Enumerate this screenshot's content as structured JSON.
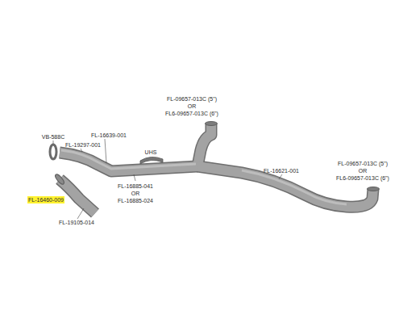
{
  "diagram": {
    "labels": [
      "FL-09657-013C (5\")",
      "OR",
      "FL6-09657-013C (6\")",
      "FL-09657-013C (5\")",
      "OR",
      "FL6-09657-013C (6\")",
      "VB-588C",
      "FL-19297-001",
      "FL-16639-001",
      "UHS",
      "FL-16621-001",
      "FL-16885-041",
      "OR",
      "FL-16885-024",
      "FL-16460-009",
      "FL-19105-014"
    ]
  }
}
